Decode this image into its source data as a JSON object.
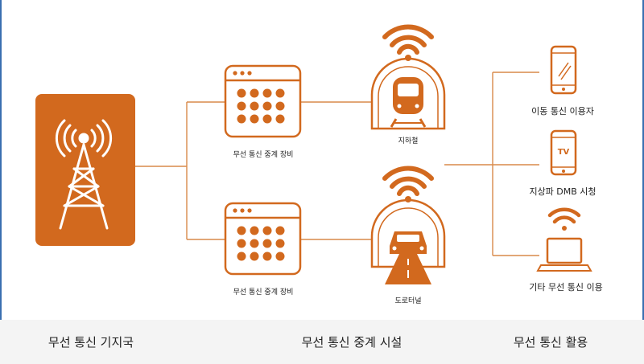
{
  "colors": {
    "accent": "#d2691e",
    "line": "#d98a4a",
    "text": "#222222"
  },
  "nodes": {
    "tower_icon": "radio-tower-icon",
    "relay_top": {
      "label": "무선 통신 중계 장비",
      "icon": "relay-equipment-icon"
    },
    "relay_bottom": {
      "label": "무선 통신 중계 장비",
      "icon": "relay-equipment-icon"
    },
    "subway": {
      "label": "지하철",
      "icon": "subway-tunnel-icon"
    },
    "road_tunnel": {
      "label": "도로터널",
      "icon": "road-tunnel-icon"
    },
    "mobile": {
      "label": "이동 통신 이용자",
      "icon": "smartphone-icon"
    },
    "dmb": {
      "label": "지상파 DMB 시청",
      "icon": "tv-phone-icon",
      "screen_text": "TV"
    },
    "other": {
      "label": "기타 무선 통신 이용",
      "icon": "laptop-wifi-icon"
    }
  },
  "sections": {
    "base_station": "무선 통신 기지국",
    "relay_facility": "무선 통신 중계 시설",
    "usage": "무선 통신 활용"
  }
}
